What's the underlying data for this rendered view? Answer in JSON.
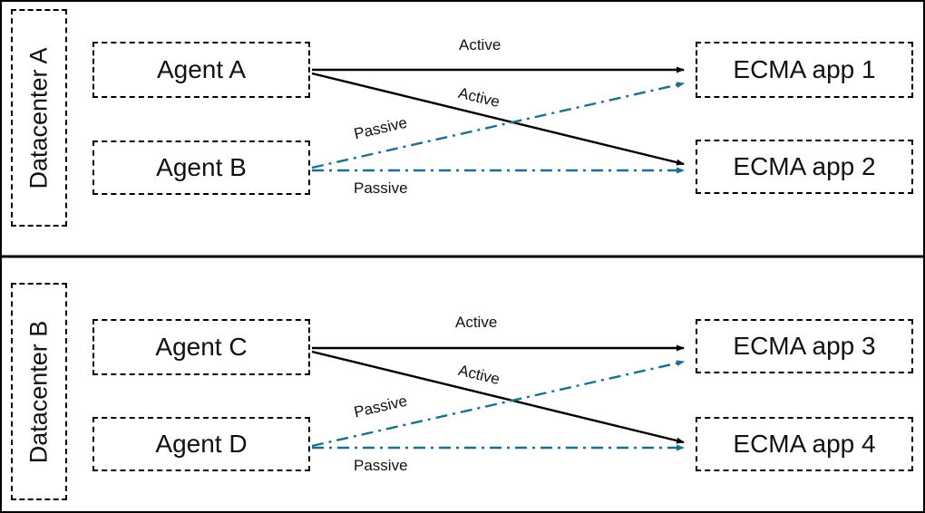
{
  "diagram": {
    "colors": {
      "active": "#000000",
      "passive": "#1d6f8f"
    },
    "sections": [
      {
        "datacenter": "Datacenter A",
        "agents": [
          "Agent A",
          "Agent B"
        ],
        "apps": [
          "ECMA app 1",
          "ECMA app 2"
        ],
        "links": [
          {
            "from": "Agent A",
            "to": "ECMA app 1",
            "type": "Active",
            "style": "solid"
          },
          {
            "from": "Agent A",
            "to": "ECMA app 2",
            "type": "Active",
            "style": "solid"
          },
          {
            "from": "Agent B",
            "to": "ECMA app 1",
            "type": "Passive",
            "style": "dash-dot"
          },
          {
            "from": "Agent B",
            "to": "ECMA app 2",
            "type": "Passive",
            "style": "dash-dot"
          }
        ]
      },
      {
        "datacenter": "Datacenter B",
        "agents": [
          "Agent C",
          "Agent D"
        ],
        "apps": [
          "ECMA app 3",
          "ECMA app 4"
        ],
        "links": [
          {
            "from": "Agent C",
            "to": "ECMA app 3",
            "type": "Active",
            "style": "solid"
          },
          {
            "from": "Agent C",
            "to": "ECMA app 4",
            "type": "Active",
            "style": "solid"
          },
          {
            "from": "Agent D",
            "to": "ECMA app 3",
            "type": "Passive",
            "style": "dash-dot"
          },
          {
            "from": "Agent D",
            "to": "ECMA app 4",
            "type": "Passive",
            "style": "dash-dot"
          }
        ]
      }
    ]
  }
}
